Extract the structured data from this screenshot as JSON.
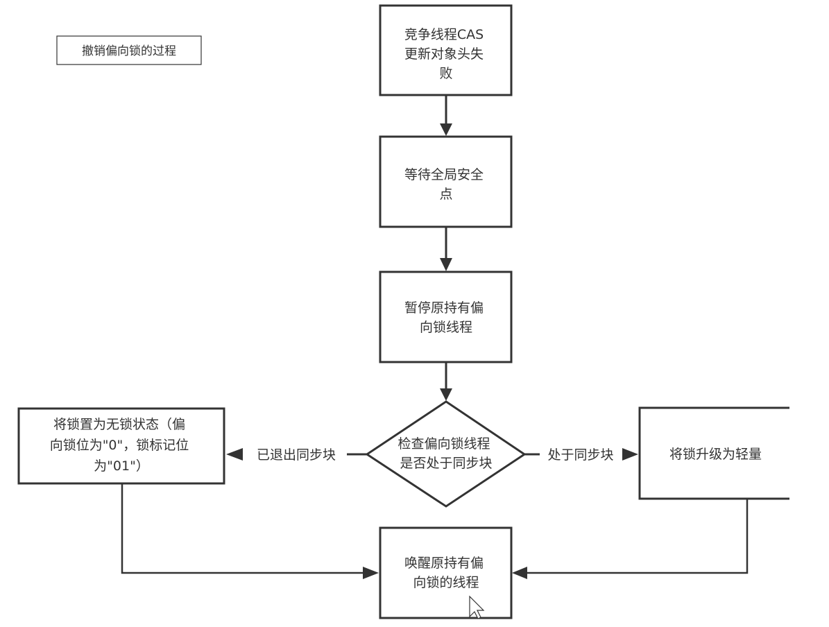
{
  "title": "撤销偏向锁的过程",
  "colors": {
    "stroke": "#333333",
    "text": "#333333",
    "background": "#ffffff"
  },
  "nodes": {
    "cas_fail": [
      "竞争线程CAS",
      "更新对象头失",
      "败"
    ],
    "safepoint": [
      "等待全局安全",
      "点"
    ],
    "suspend": [
      "暂停原持有偏",
      "向锁线程"
    ],
    "check": [
      "检查偏向锁线程",
      "是否处于同步块"
    ],
    "unlock": [
      "将锁置为无锁状态（偏",
      "向锁位为\"0\"，锁标记位",
      "为\"01\"）"
    ],
    "upgrade": [
      "将锁升级为轻量"
    ],
    "wake": [
      "唤醒原持有偏",
      "向锁的线程"
    ]
  },
  "edges": {
    "exited": "已退出同步块",
    "in_block": "处于同步块"
  },
  "cursor": "arrow-cursor-icon"
}
